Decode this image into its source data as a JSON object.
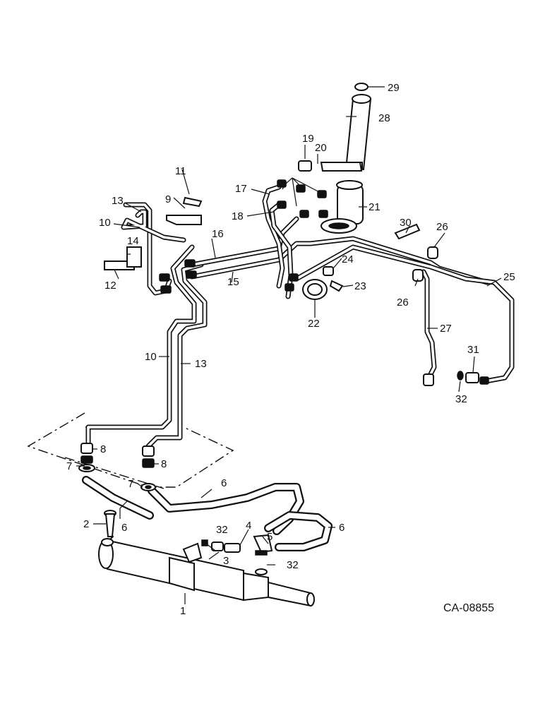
{
  "drawing_code": "CA-08855",
  "callouts": {
    "c1": "1",
    "c2": "2",
    "c3": "3",
    "c4": "4",
    "c5": "5",
    "c6a": "6",
    "c6b": "6",
    "c6c": "6",
    "c7a": "7",
    "c7b": "7",
    "c8a": "8",
    "c8b": "8",
    "c9": "9",
    "c10a": "10",
    "c10b": "10",
    "c11": "11",
    "c12": "12",
    "c13a": "13",
    "c13b": "13",
    "c14": "14",
    "c15": "15",
    "c16": "16",
    "c17": "17",
    "c18": "18",
    "c19": "19",
    "c20": "20",
    "c21": "21",
    "c22": "22",
    "c23": "23",
    "c24": "24",
    "c25": "25",
    "c26a": "26",
    "c26b": "26",
    "c27": "27",
    "c28": "28",
    "c29": "29",
    "c30": "30",
    "c31": "31",
    "c32a": "32",
    "c32b": "32",
    "c32c": "32"
  }
}
